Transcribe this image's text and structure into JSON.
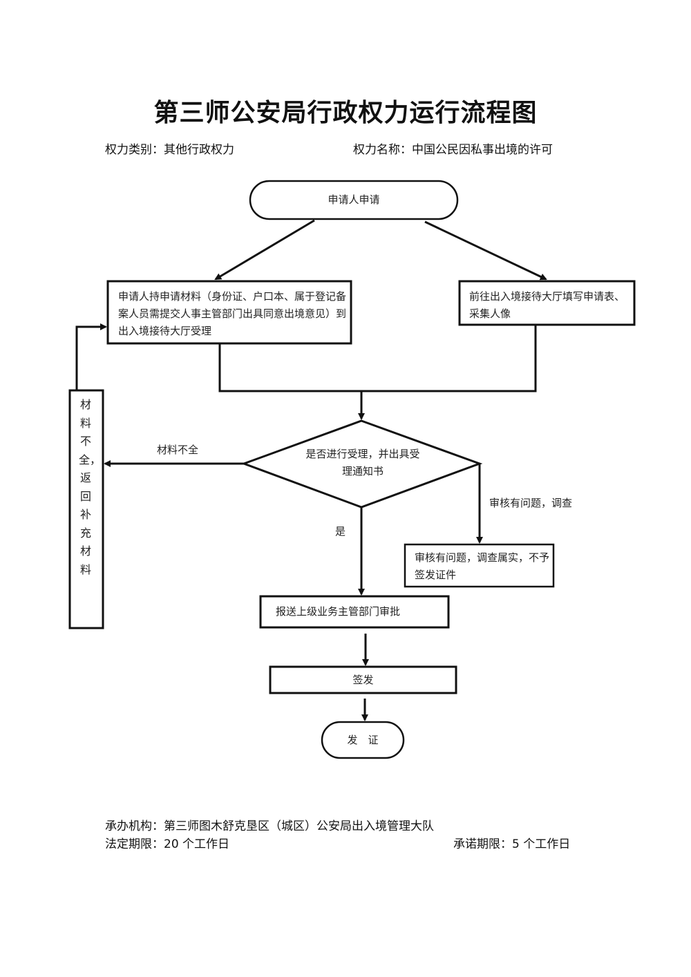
{
  "header": {
    "title": "第三师公安局行政权力运行流程图",
    "power_category_label": "权力类别：",
    "power_category": "其他行政权力",
    "power_name_label": "权力名称：",
    "power_name": "中国公民因私事出境的许可"
  },
  "nodes": {
    "start": "申请人申请",
    "submit_materials": "申请人持申请材料（身份证、户口本、属于登记备案人员需提交人事主管部门出具同意出境意见）到出入境接待大厅受理",
    "fill_form": "前往出入境接待大厅填写申请表、采集人像",
    "decision": "是否进行受理，并出具受理通知书",
    "incomplete_return": "材料不全，返回补充材料",
    "rejected": "审核有问题，调查属实，不予签发证件",
    "report_approval": "报送上级业务主管部门审批",
    "sign_issue": "签发",
    "end": "发　证"
  },
  "edges": {
    "incomplete_label": "材料不全",
    "problem_label": "审核有问题，调查",
    "yes_label": "是"
  },
  "footer": {
    "agency_label": "承办机构：",
    "agency": "第三师图木舒克垦区（城区）公安局出入境管理大队",
    "legal_deadline_label": "法定期限：",
    "legal_deadline": "20 个工作日",
    "promised_deadline_label": "承诺期限：",
    "promised_deadline": "5 个工作日"
  }
}
